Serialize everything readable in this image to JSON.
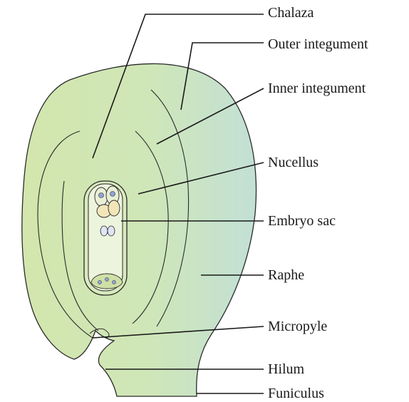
{
  "labels": {
    "chalaza": "Chalaza",
    "outer_integument": "Outer integument",
    "inner_integument": "Inner integument",
    "nucellus": "Nucellus",
    "embryo_sac": "Embryo sac",
    "raphe": "Raphe",
    "micropyle": "Micropyle",
    "hilum": "Hilum",
    "funiculus": "Funiculus"
  },
  "colors": {
    "tissue_light": "#e4efd0",
    "tissue_mid": "#cfe4ad",
    "tissue_right": "#c4e2d4",
    "outline": "#2b2b2b",
    "embryo_sac_fill": "#e8f0d8",
    "egg_cell": "#f2e6b8",
    "nucleus": "#8fa3d8"
  }
}
